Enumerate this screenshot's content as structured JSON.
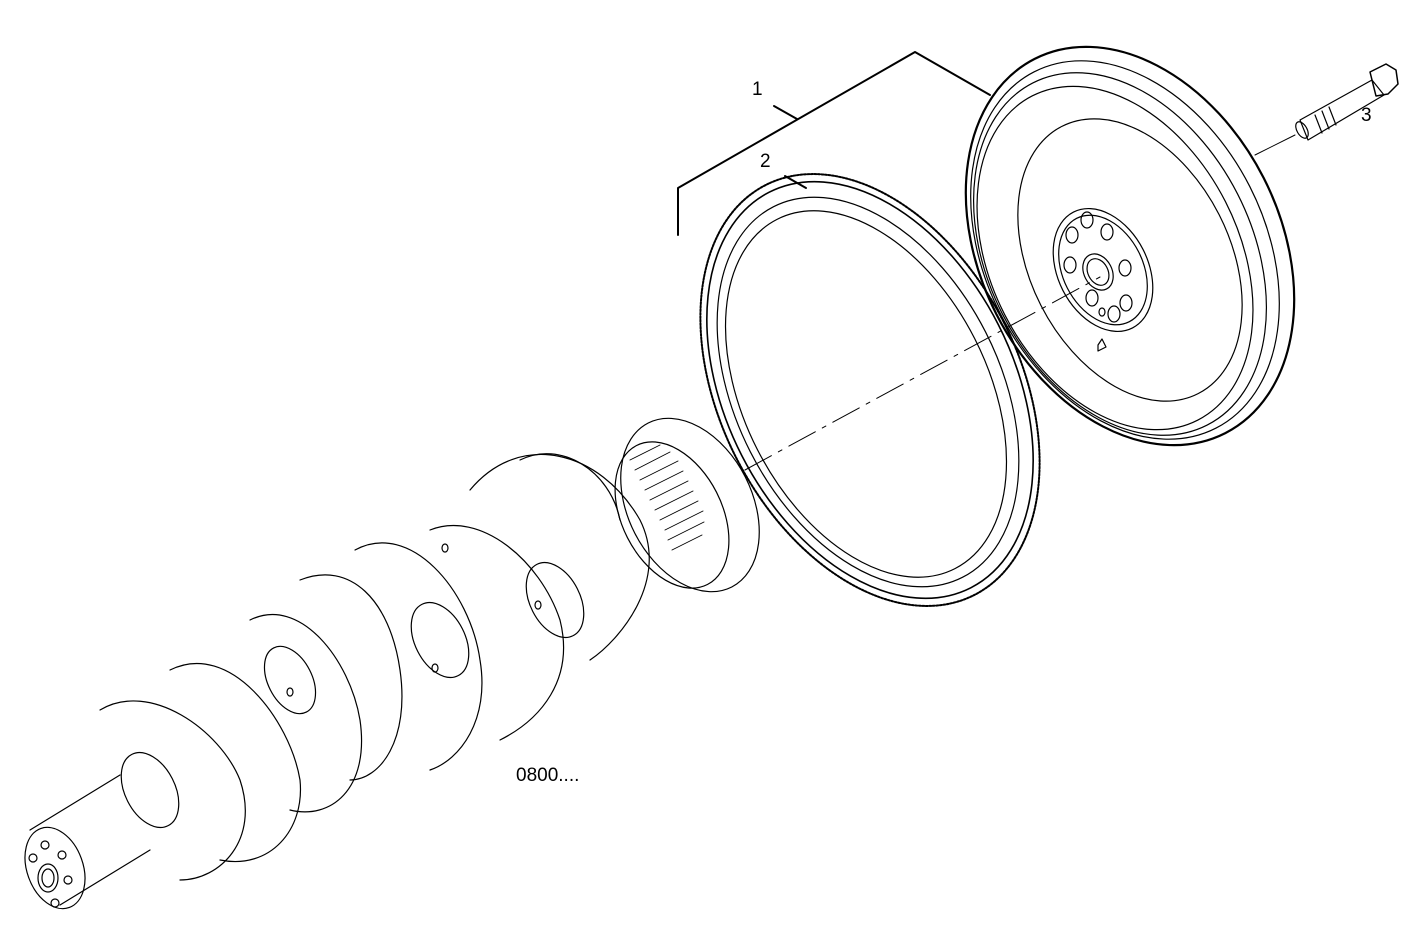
{
  "diagram": {
    "type": "exploded-parts-view",
    "subject": "crankshaft with flywheel assembly",
    "callouts": [
      {
        "id": "callout-1",
        "label": "1",
        "part": "flywheel assembly"
      },
      {
        "id": "callout-2",
        "label": "2",
        "part": "ring gear"
      },
      {
        "id": "callout-3",
        "label": "3",
        "part": "bolt"
      }
    ],
    "reference_code": "0800....",
    "colors": {
      "line": "#000000",
      "background": "#ffffff"
    }
  }
}
